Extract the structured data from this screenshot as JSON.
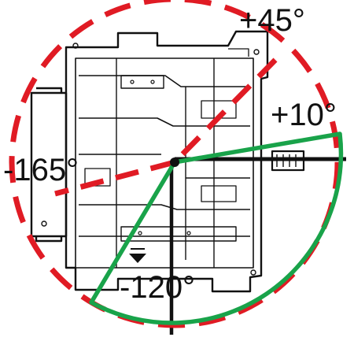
{
  "labels": {
    "plus_45": "+45°",
    "plus_10": "+10°",
    "minus_165": "-165°",
    "minus_120": "-120°"
  },
  "colors": {
    "outline": "#111111",
    "dashed_range": "#e01b24",
    "green_range": "#19a34a",
    "background": "#ffffff"
  },
  "icons": {
    "pivot": "pivot-dot-icon",
    "arrow": "down-arrow-icon"
  }
}
